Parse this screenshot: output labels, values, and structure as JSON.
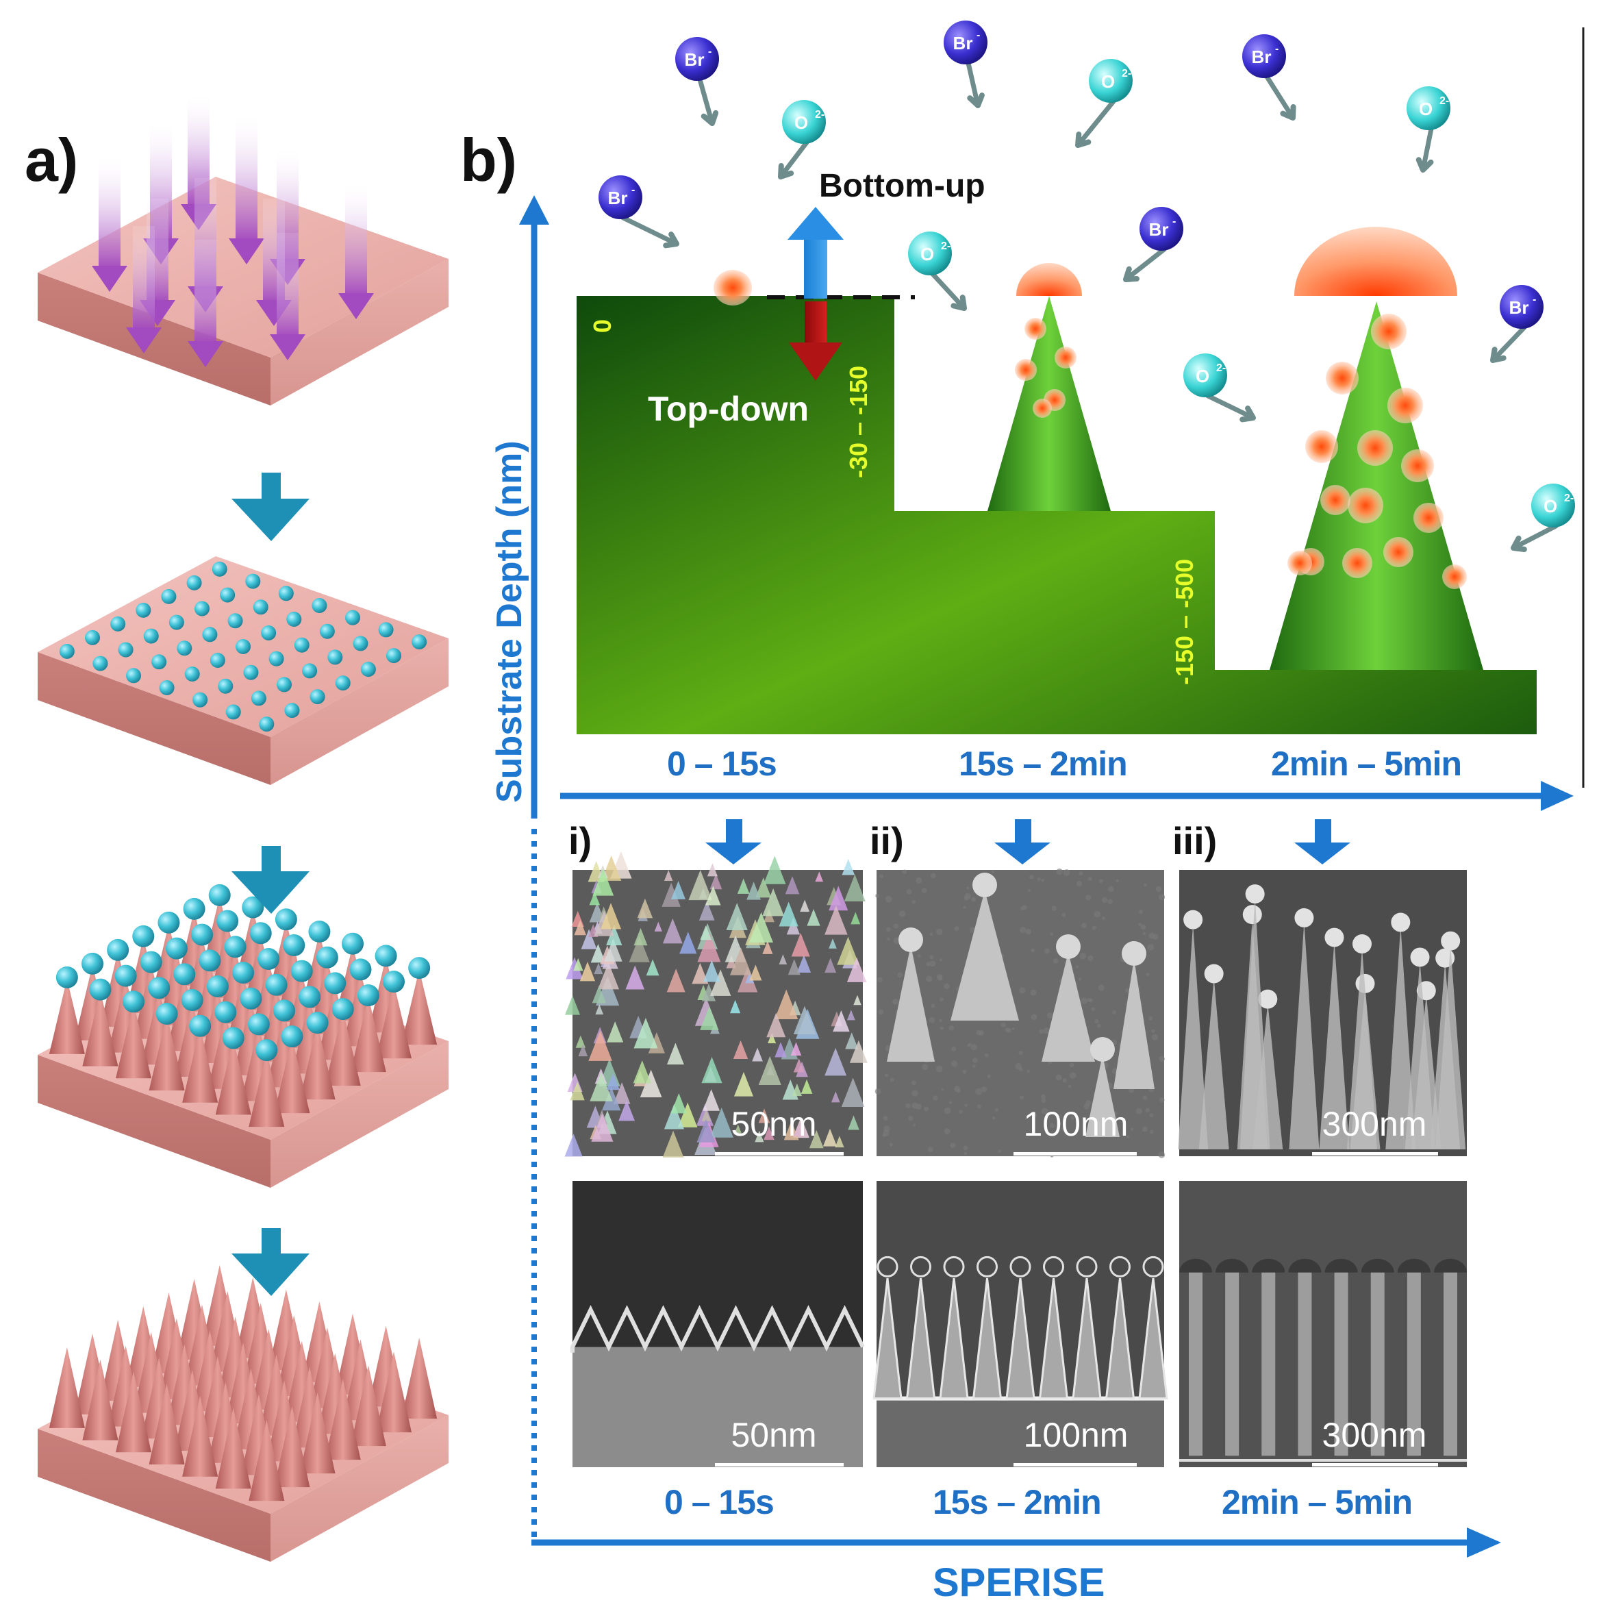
{
  "panels": {
    "a_label": "a)",
    "b_label": "b)",
    "sub_i": "i)",
    "sub_ii": "ii)",
    "sub_iii": "iii)"
  },
  "schematic": {
    "y_axis_label": "Substrate Depth (nm)",
    "bottom_up_label": "Bottom-up",
    "top_down_label": "Top-down",
    "depth_labels": [
      "0",
      "-30 – -150",
      "-150 – -500"
    ],
    "stage_labels": [
      "0 – 15s",
      "15s – 2min",
      "2min – 5min"
    ]
  },
  "ions": {
    "br": "Br",
    "br_charge": "-",
    "o": "O",
    "o_charge": "2-"
  },
  "sem": {
    "top_scale_bars": [
      "50nm",
      "100nm",
      "300nm"
    ],
    "bottom_scale_bars": [
      "50nm",
      "100nm",
      "300nm"
    ],
    "time_labels": [
      "0 – 15s",
      "15s – 2min",
      "2min – 5min"
    ]
  },
  "x_axis_label": "SPERISE",
  "colors": {
    "axis_blue": "#1f78d0",
    "substrate_pink": "#e8a7a3",
    "dot_cyan": "#3fc2d6",
    "cone_green": "#3a9a1a",
    "depth_yellow": "#e6ff2a",
    "br_purple": "#3a2fd0",
    "o_cyan": "#3ad4d4",
    "hot_orange": "#ff5a1a"
  }
}
